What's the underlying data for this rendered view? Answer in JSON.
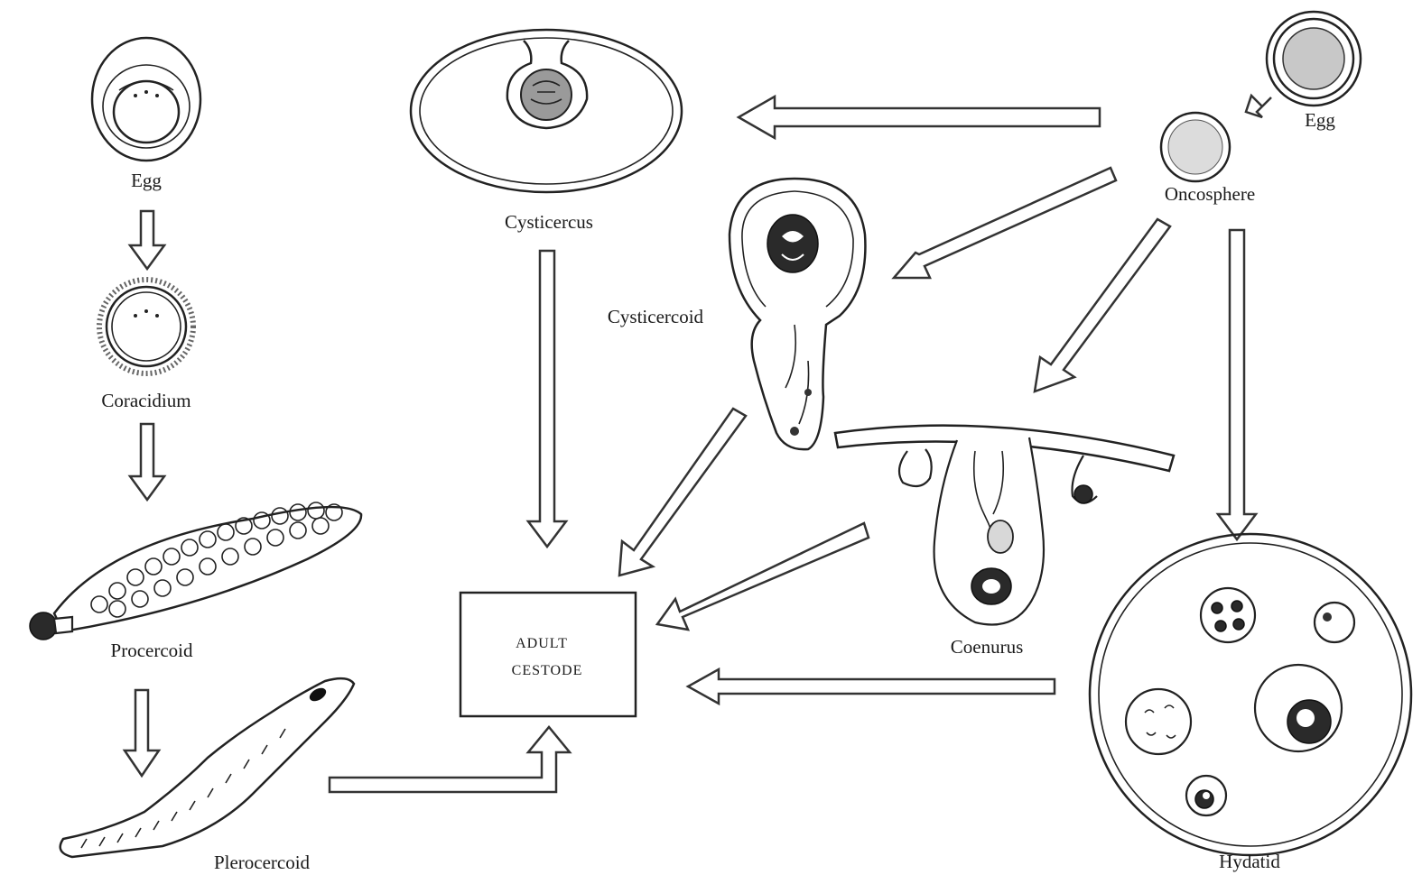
{
  "labels": {
    "egg_left": "Egg",
    "coracidium": "Coracidium",
    "procercoid": "Procercoid",
    "plerocercoid": "Plerocercoid",
    "cysticercus": "Cysticercus",
    "cysticercoid": "Cysticercoid",
    "coenurus": "Coenurus",
    "hydatid": "Hydatid",
    "oncosphere": "Oncosphere",
    "egg_right": "Egg"
  },
  "center_box": {
    "line1": "ADULT",
    "line2": "CESTODE"
  }
}
